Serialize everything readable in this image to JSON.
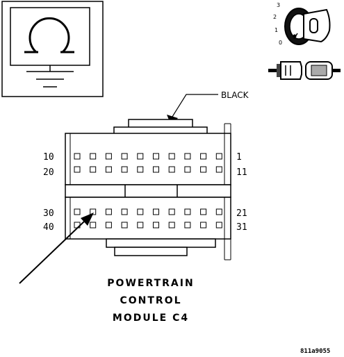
{
  "connector_color_label": "BLACK",
  "pin_labels": {
    "row1_left": "10",
    "row1_right": "1",
    "row2_left": "20",
    "row2_right": "11",
    "row3_left": "30",
    "row3_right": "21",
    "row4_left": "40",
    "row4_right": "31"
  },
  "title_lines": [
    "POWERTRAIN",
    "CONTROL",
    "MODULE C4"
  ],
  "ignition_positions": [
    "3",
    "2",
    "1",
    "0"
  ],
  "figure_reference": "811a9055",
  "icons": {
    "symbol_box": "ohm-resistance-ground-icon",
    "ignition": "ignition-key-icon",
    "connector": "connector-disconnect-icon"
  },
  "cavity_grid": {
    "upper_block_rows": 2,
    "lower_block_rows": 2,
    "columns": 10
  }
}
